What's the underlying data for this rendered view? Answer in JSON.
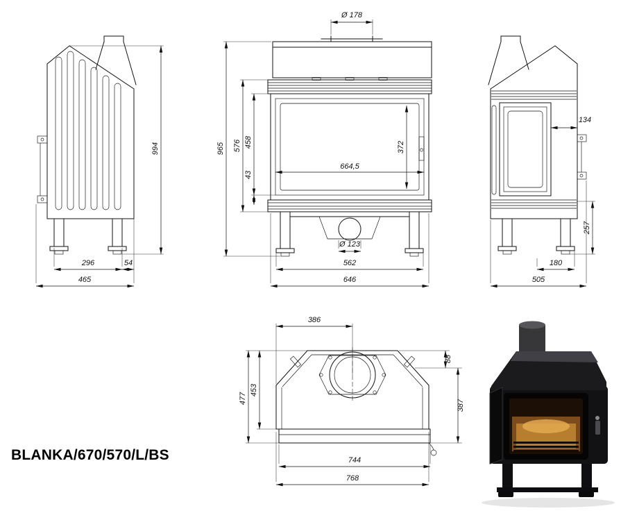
{
  "title": "BLANKA/670/570/L/BS",
  "style": {
    "ink": "#111111",
    "fire_glow": "#b87e30"
  },
  "views": {
    "side_left": {
      "height_total": "994",
      "foot_span": "296",
      "rear_offset": "54",
      "depth_total": "465"
    },
    "front": {
      "flue_diameter": "Ø 178",
      "height_total": "965",
      "height_body": "576",
      "opening_height": "458",
      "lip_height": "43",
      "glass_height": "372",
      "glass_width": "664,5",
      "outlet_diameter": "Ø 123",
      "leg_span": "562",
      "width_total": "646"
    },
    "side_right": {
      "glass_to_back": "134",
      "lower_height": "257",
      "foot_span": "180",
      "depth_total": "505"
    },
    "top": {
      "flue_center_offset": "386",
      "front_offset": "88",
      "depth_total": "477",
      "depth_body": "453",
      "rear_depth": "387",
      "width_body": "744",
      "width_total": "768"
    }
  }
}
